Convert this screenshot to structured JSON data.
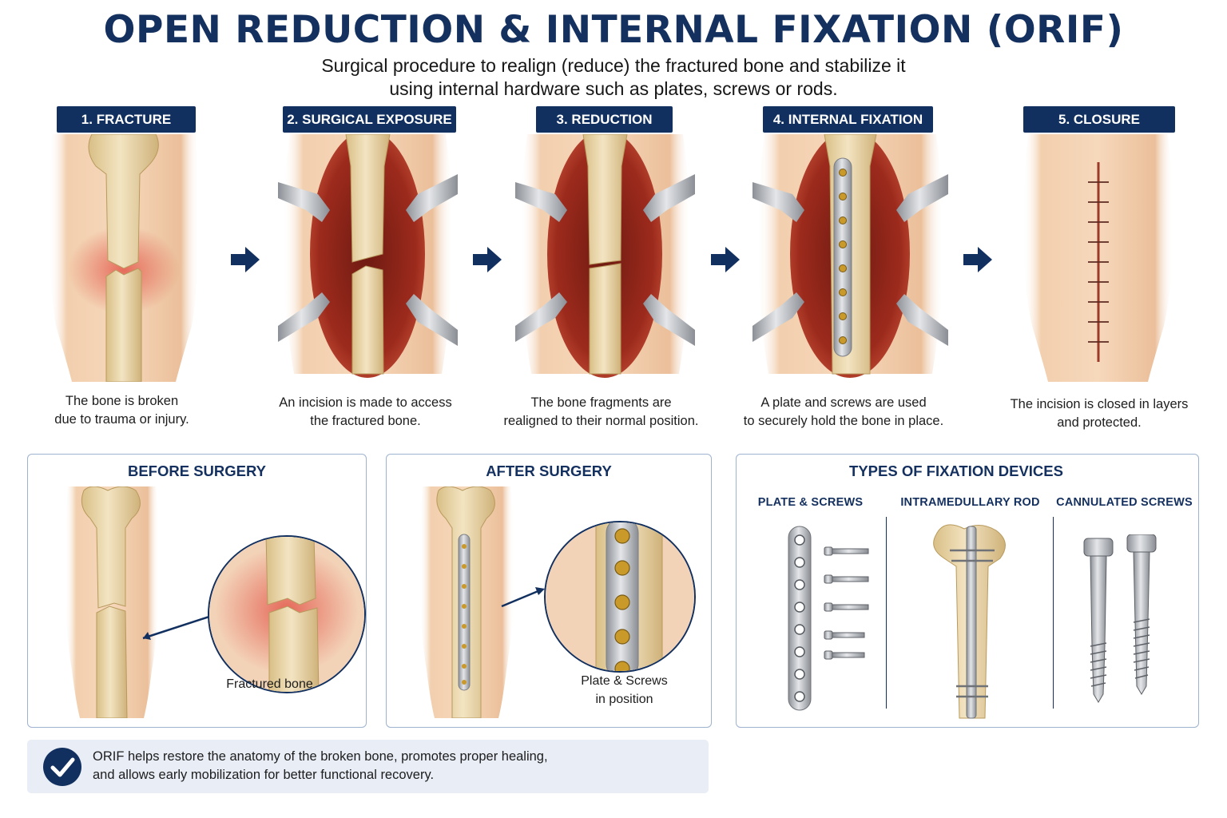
{
  "title": "OPEN REDUCTION & INTERNAL FIXATION (ORIF)",
  "subtitle_line1": "Surgical procedure to realign (reduce) the fractured bone and stabilize it",
  "subtitle_line2": "using internal hardware such as plates, screws or rods.",
  "steps": [
    {
      "label": "1. FRACTURE",
      "caption_line1": "The bone is broken",
      "caption_line2": "due to trauma or injury."
    },
    {
      "label": "2. SURGICAL EXPOSURE",
      "caption_line1": "An incision is made to access",
      "caption_line2": "the fractured bone."
    },
    {
      "label": "3. REDUCTION",
      "caption_line1": "The bone fragments are",
      "caption_line2": "realigned to their normal position."
    },
    {
      "label": "4. INTERNAL FIXATION",
      "caption_line1": "A plate and screws are used",
      "caption_line2": "to securely hold the bone in place."
    },
    {
      "label": "5. CLOSURE",
      "caption_line1": "The incision is closed in layers",
      "caption_line2": "and protected."
    }
  ],
  "before": {
    "title": "BEFORE SURGERY",
    "caption": "Fractured bone"
  },
  "after": {
    "title": "AFTER SURGERY",
    "caption_line1": "Plate & Screws",
    "caption_line2": "in position"
  },
  "devices": {
    "title": "TYPES OF FIXATION DEVICES",
    "items": [
      "PLATE & SCREWS",
      "INTRAMEDULLARY ROD",
      "CANNULATED SCREWS"
    ]
  },
  "note": {
    "line1": "ORIF helps restore the anatomy of the broken bone, promotes proper healing,",
    "line2": "and allows early mobilization for better functional recovery."
  },
  "colors": {
    "navy": "#12305f",
    "bone": "#ead7ac",
    "skin": "#f0c9a6",
    "tissue": "#8e2419",
    "metal": "#b9bcc0",
    "screw_head": "#c99a2a"
  }
}
